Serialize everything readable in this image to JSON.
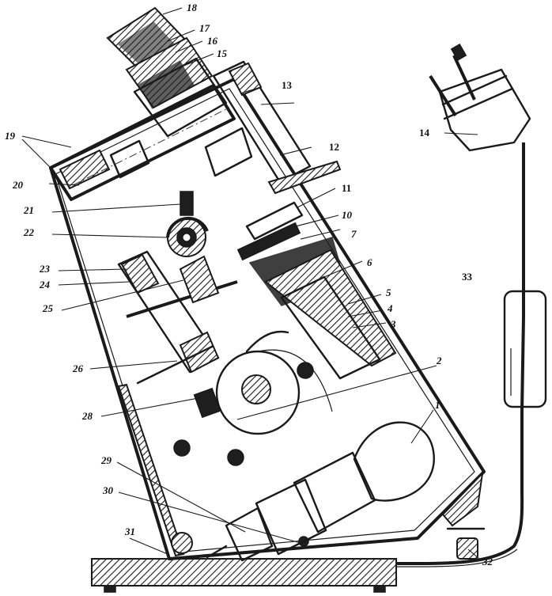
{
  "labels": {
    "l1": "1",
    "l2": "2",
    "l3": "3",
    "l4": "4",
    "l5": "5",
    "l6": "6",
    "l7": "7",
    "l10": "10",
    "l11": "11",
    "l12": "12",
    "l13": "13",
    "l14": "14",
    "l15": "15",
    "l16": "16",
    "l17": "17",
    "l18": "18",
    "l19": "19",
    "l20": "20",
    "l21": "21",
    "l22": "22",
    "l23": "23",
    "l24": "24",
    "l25": "25",
    "l26": "26",
    "l28": "28",
    "l29": "29",
    "l30": "30",
    "l31": "31",
    "l32": "32",
    "l33": "33"
  }
}
